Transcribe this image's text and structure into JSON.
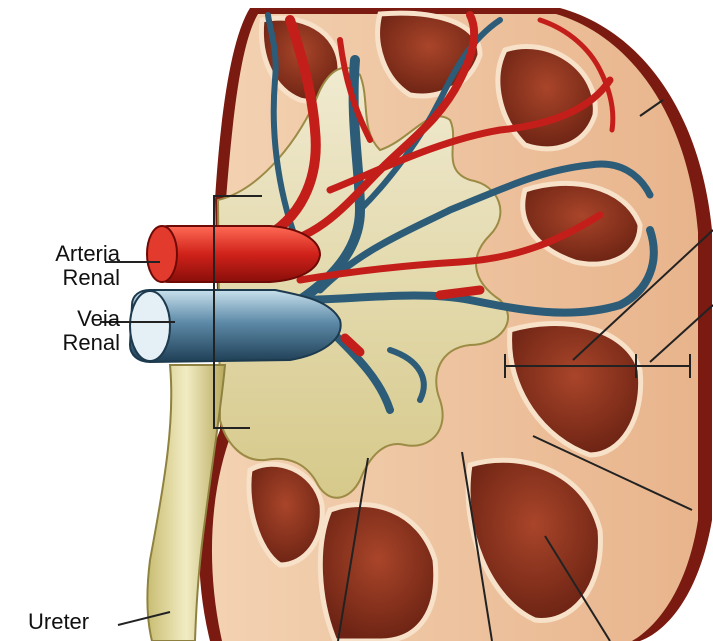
{
  "labels": {
    "arteria": {
      "line1": "Arteria",
      "line2": "Renal"
    },
    "veia": {
      "line1": "Veia",
      "line2": "Renal"
    },
    "ureter": "Ureter"
  },
  "colors": {
    "artery": "#c41e1a",
    "vein": "#2c5c78",
    "pyramid": "#8e3420",
    "cortex": "#efc6a2",
    "capsule": "#7a1a10",
    "pelvis": "#e4d9a2",
    "leader": "#222222"
  }
}
